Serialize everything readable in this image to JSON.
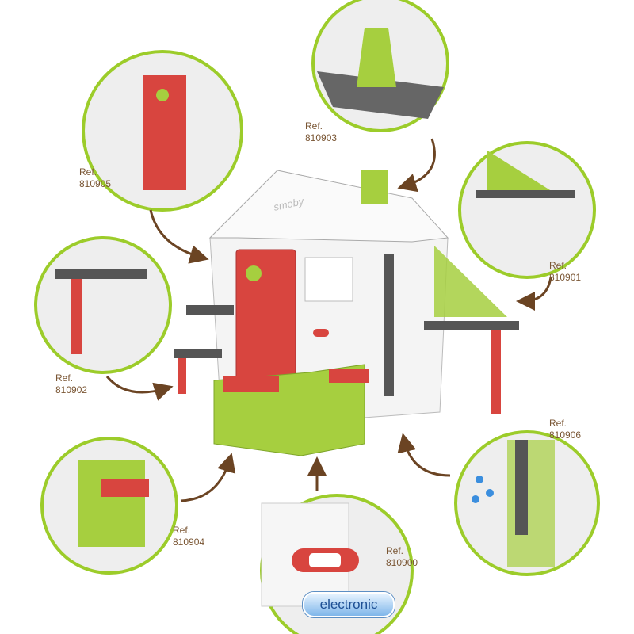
{
  "brand": "smoby",
  "badge": "electronic",
  "refs": [
    {
      "label": "Ref.",
      "code": "810905"
    },
    {
      "label": "Ref.",
      "code": "810903"
    },
    {
      "label": "Ref.",
      "code": "810901"
    },
    {
      "label": "Ref.",
      "code": "810902"
    },
    {
      "label": "Ref.",
      "code": "810906"
    },
    {
      "label": "Ref.",
      "code": "810904"
    },
    {
      "label": "Ref.",
      "code": "810900"
    }
  ],
  "colors": {
    "ring": "#9ccc2a",
    "arrow": "#6b4423",
    "text": "#7a5634",
    "red": "#d8453f",
    "green": "#a6cf3f",
    "grey": "#555"
  }
}
